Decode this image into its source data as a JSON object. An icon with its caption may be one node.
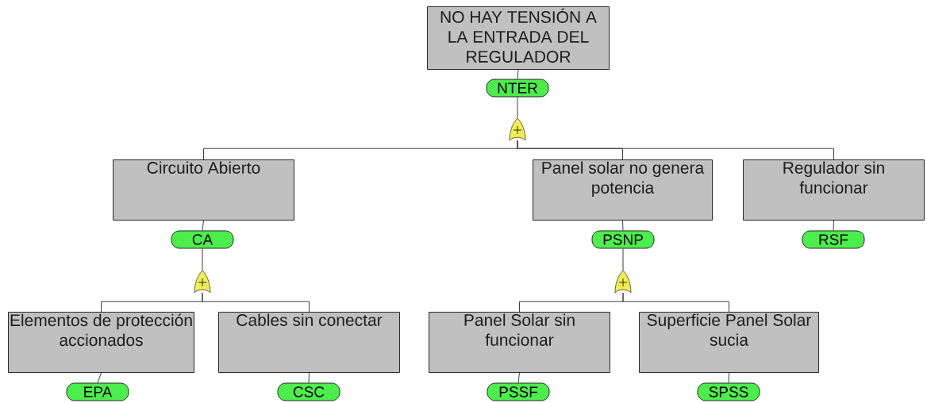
{
  "diagram": {
    "nodes": [
      {
        "text": [
          "NO HAY TENSIÓN A LA ENTRADA DEL REGULADOR"
        ]
      },
      {
        "text": [
          "NTER"
        ]
      },
      {
        "text": [],
        "shape": "gate"
      },
      {
        "text": [
          "Circuito Abierto"
        ]
      },
      {
        "text": [
          "CA"
        ]
      },
      {
        "text": [],
        "shape": "gate"
      },
      {
        "text": [
          "Panel solar no genera potencia"
        ]
      },
      {
        "text": [
          "PSNP"
        ]
      },
      {
        "text": [],
        "shape": "gate"
      },
      {
        "text": [
          "Regulador sin funcionar"
        ]
      },
      {
        "text": [
          "RSF"
        ]
      },
      {
        "text": [
          "Elementos de protección accionados"
        ]
      },
      {
        "text": [
          "EPA"
        ]
      },
      {
        "text": [
          "Cables sin conectar"
        ]
      },
      {
        "text": [
          "CSC"
        ]
      },
      {
        "text": [
          "Panel Solar sin funcionar"
        ]
      },
      {
        "text": [
          "PSSF"
        ]
      },
      {
        "text": [
          "Superficie Panel Solar sucia"
        ]
      },
      {
        "text": [
          "SPSS"
        ]
      }
    ],
    "edges": [
      {
        "from": 0,
        "to": 1,
        "arrow": "none"
      },
      {
        "from": 1,
        "to": 2,
        "arrow": "none"
      },
      {
        "from": 2,
        "to": 3,
        "arrow": "none"
      },
      {
        "from": 2,
        "to": 6,
        "arrow": "none"
      },
      {
        "from": 2,
        "to": 9,
        "arrow": "none"
      },
      {
        "from": 3,
        "to": 4,
        "arrow": "none"
      },
      {
        "from": 4,
        "to": 5,
        "arrow": "none"
      },
      {
        "from": 5,
        "to": 11,
        "arrow": "none"
      },
      {
        "from": 5,
        "to": 13,
        "arrow": "none"
      },
      {
        "from": 6,
        "to": 7,
        "arrow": "none"
      },
      {
        "from": 7,
        "to": 8,
        "arrow": "none"
      },
      {
        "from": 8,
        "to": 15,
        "arrow": "none"
      },
      {
        "from": 8,
        "to": 17,
        "arrow": "none"
      },
      {
        "from": 9,
        "to": 10,
        "arrow": "none"
      },
      {
        "from": 11,
        "to": 12,
        "arrow": "none"
      },
      {
        "from": 13,
        "to": 14,
        "arrow": "none"
      },
      {
        "from": 15,
        "to": 16,
        "arrow": "none"
      },
      {
        "from": 17,
        "to": 18,
        "arrow": "none"
      }
    ]
  }
}
